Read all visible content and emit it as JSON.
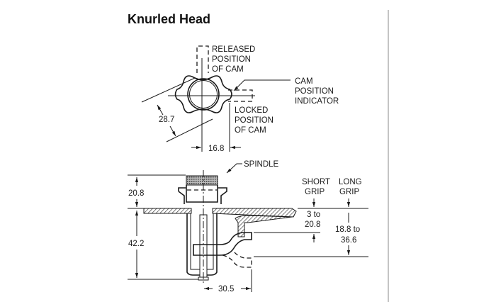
{
  "title": "Knurled Head",
  "top_view": {
    "released_label": [
      "RELEASED",
      "POSITION",
      "OF CAM"
    ],
    "indicator_label": [
      "CAM",
      "POSITION",
      "INDICATOR"
    ],
    "locked_label": [
      "LOCKED",
      "POSITION",
      "OF CAM"
    ],
    "dim_diagonal": "28.7",
    "dim_offset": "16.8"
  },
  "side_view": {
    "spindle_label": "SPINDLE",
    "dim_head_height": "20.8",
    "dim_body_depth": "42.2",
    "dim_cam_reach": "30.5",
    "short_grip_label": [
      "SHORT",
      "GRIP"
    ],
    "long_grip_label": [
      "LONG",
      "GRIP"
    ],
    "short_grip_range": [
      "3 to",
      "20.8"
    ],
    "long_grip_range": [
      "18.8 to",
      "36.6"
    ]
  }
}
